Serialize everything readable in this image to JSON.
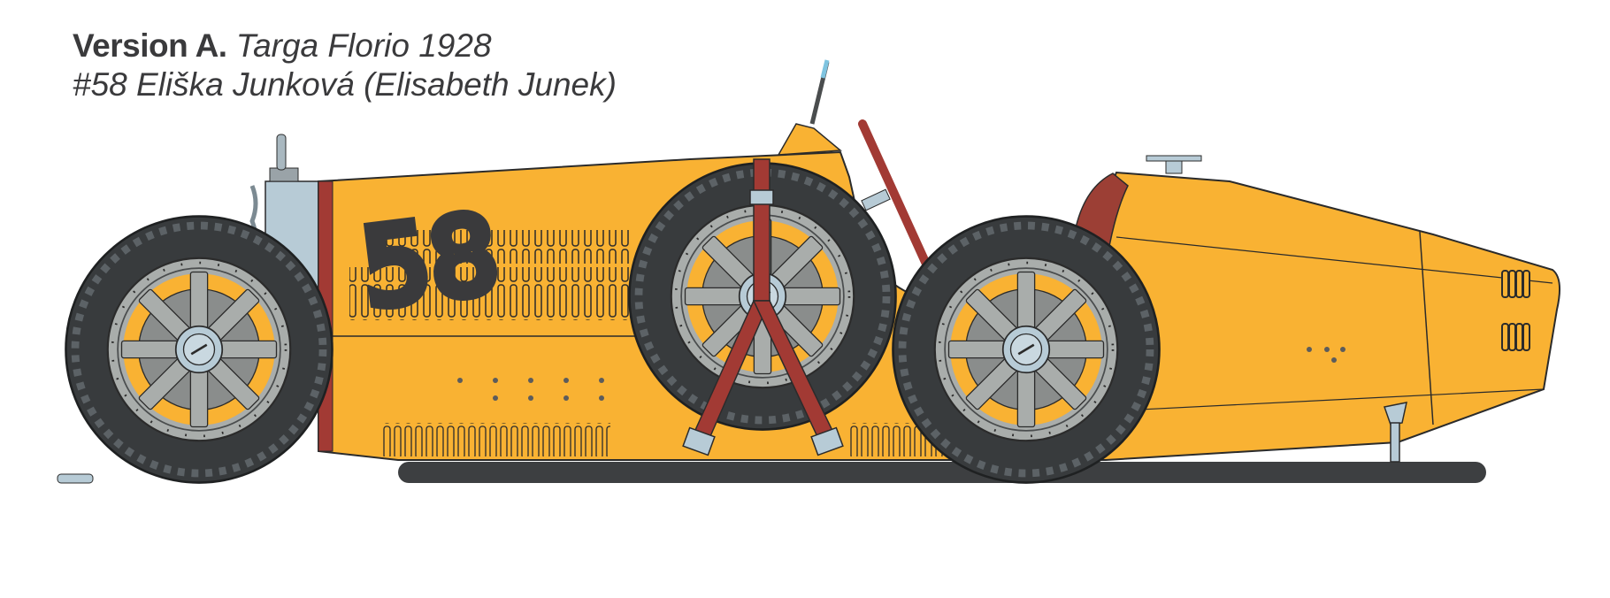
{
  "caption": {
    "version_label": "Version A.",
    "event": "Targa Florio 1928",
    "driver_line": "#58 Eliška Junková (Elisabeth Junek)"
  },
  "car": {
    "race_number": "58",
    "colors": {
      "body": "#f9b233",
      "outline": "#2b2b2b",
      "tire": "#383b3d",
      "tire_highlight": "#6c7377",
      "wheel": "#a9adab",
      "wheel_dark": "#8a8d8c",
      "strap": "#a23a34",
      "metal": "#b7cbd6",
      "number": "#3a3a3c",
      "seat": "#9c3f35"
    }
  }
}
